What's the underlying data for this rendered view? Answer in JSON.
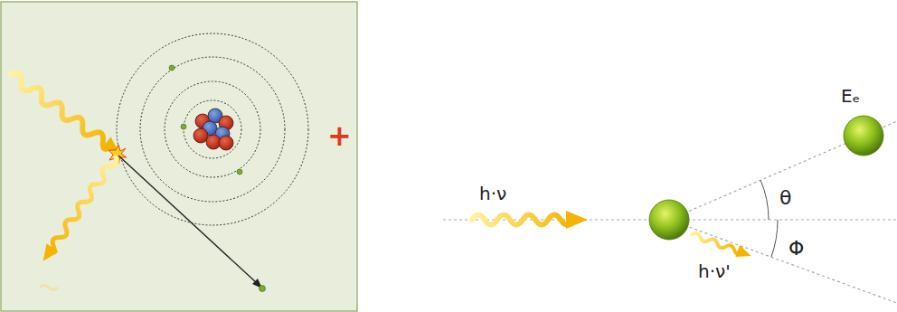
{
  "diagram": {
    "labels": [
      "+",
      "h·ν",
      "Eₑ",
      "θ",
      "h·ν'",
      "Φ"
    ]
  }
}
